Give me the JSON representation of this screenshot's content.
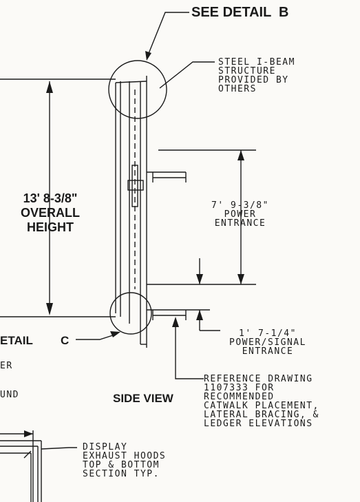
{
  "labels": {
    "see_detail_b": "SEE DETAIL  B",
    "steel_ibeam": "STEEL I-BEAM\nSTRUCTURE\nPROVIDED BY\nOTHERS",
    "overall_height": "13' 8-3/8\"\nOVERALL\nHEIGHT",
    "power_entrance": "7' 9-3/8\"\nPOWER\nENTRANCE",
    "power_signal": "1' 7-1/4\"\nPOWER/SIGNAL\nENTRANCE",
    "detail_c": "ETAIL",
    "detail_c_letter": "C",
    "partial_er": "ER",
    "partial_und": "UND",
    "side_view": "SIDE VIEW",
    "reference_drawing": "REFERENCE DRAWING\n1107333 FOR\nRECOMMENDED\nCATWALK PLACEMENT,\nLATERAL BRACING, &\nLEDGER ELEVATIONS",
    "display_exhaust": "DISPLAY\nEXHAUST HOODS\nTOP & BOTTOM\nSECTION TYP."
  }
}
